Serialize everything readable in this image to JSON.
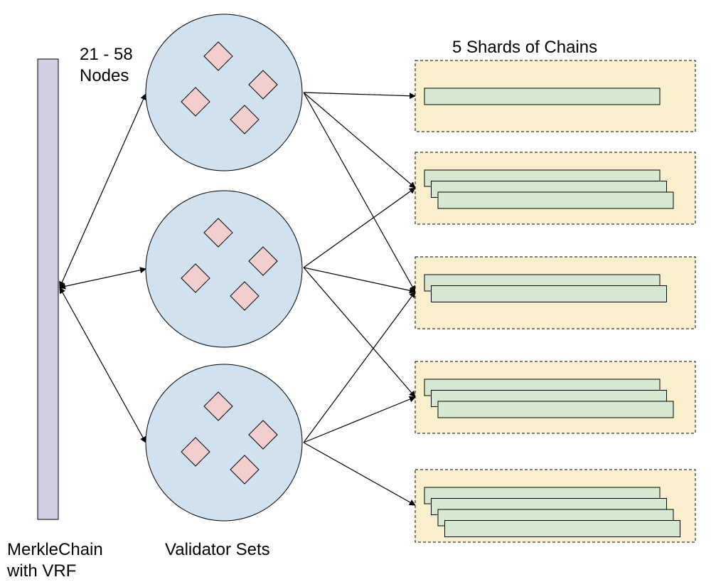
{
  "labels": {
    "merkle_chain": "MerkleChain with VRF",
    "validator_sets": "Validator Sets",
    "nodes": "21 - 58 Nodes",
    "shards": "5 Shards of Chains"
  },
  "validator_sets": [
    {
      "nodes": 4
    },
    {
      "nodes": 4
    },
    {
      "nodes": 4
    }
  ],
  "shards": [
    {
      "chains": 1
    },
    {
      "chains": 3
    },
    {
      "chains": 2
    },
    {
      "chains": 3
    },
    {
      "chains": 4
    }
  ],
  "connections": [
    {
      "from": 0,
      "to": [
        0,
        1,
        2
      ]
    },
    {
      "from": 1,
      "to": [
        1,
        2,
        3
      ]
    },
    {
      "from": 2,
      "to": [
        2,
        3,
        4
      ]
    }
  ],
  "colors": {
    "merkle_chain_fill": "#d0cee2",
    "validator_fill": "#d0e1f0",
    "node_fill": "#f3cece",
    "shard_fill": "#faefcc",
    "chain_fill": "#d6e7d2",
    "stroke": "#000000"
  }
}
